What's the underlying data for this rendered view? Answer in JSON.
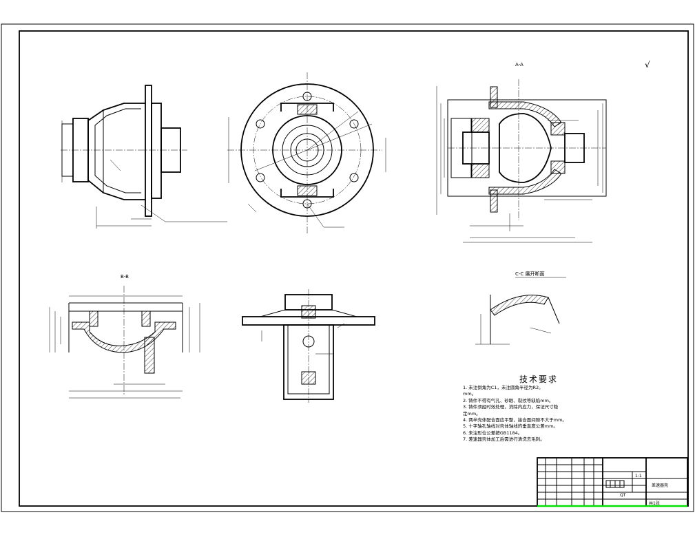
{
  "window": {
    "background": "#ffffff",
    "line_color": "#000000",
    "accent_green": "#00e000"
  },
  "views": {
    "section_label_top": "A-A",
    "section_label_left": "B-B",
    "detail_label": "C-C 展开断面",
    "surface_mark": "√"
  },
  "technical_requirements": {
    "title": "技术要求",
    "lines": [
      "1. 未注倒角为C1，未注圆角半径为R2。",
      "mm。",
      "2. 铸件不得有气孔、砂眼、裂纹等缺陷mm。",
      "3. 铸件须经时效处理，消除内应力，保证尺寸稳",
      "定mm。",
      "4. 两半壳体配合面应平整，接合面间隙不大于mm。",
      "5. 十字轴孔轴线对壳体轴线的垂直度公差mm。",
      "6. 未注形位公差按GB1184。",
      "7. 差速器壳体加工后需进行清洗去毛刺。"
    ]
  },
  "title_block": {
    "part_name": "差速器壳",
    "scale": "1:1",
    "sheet": "共1张",
    "material": "QT"
  }
}
